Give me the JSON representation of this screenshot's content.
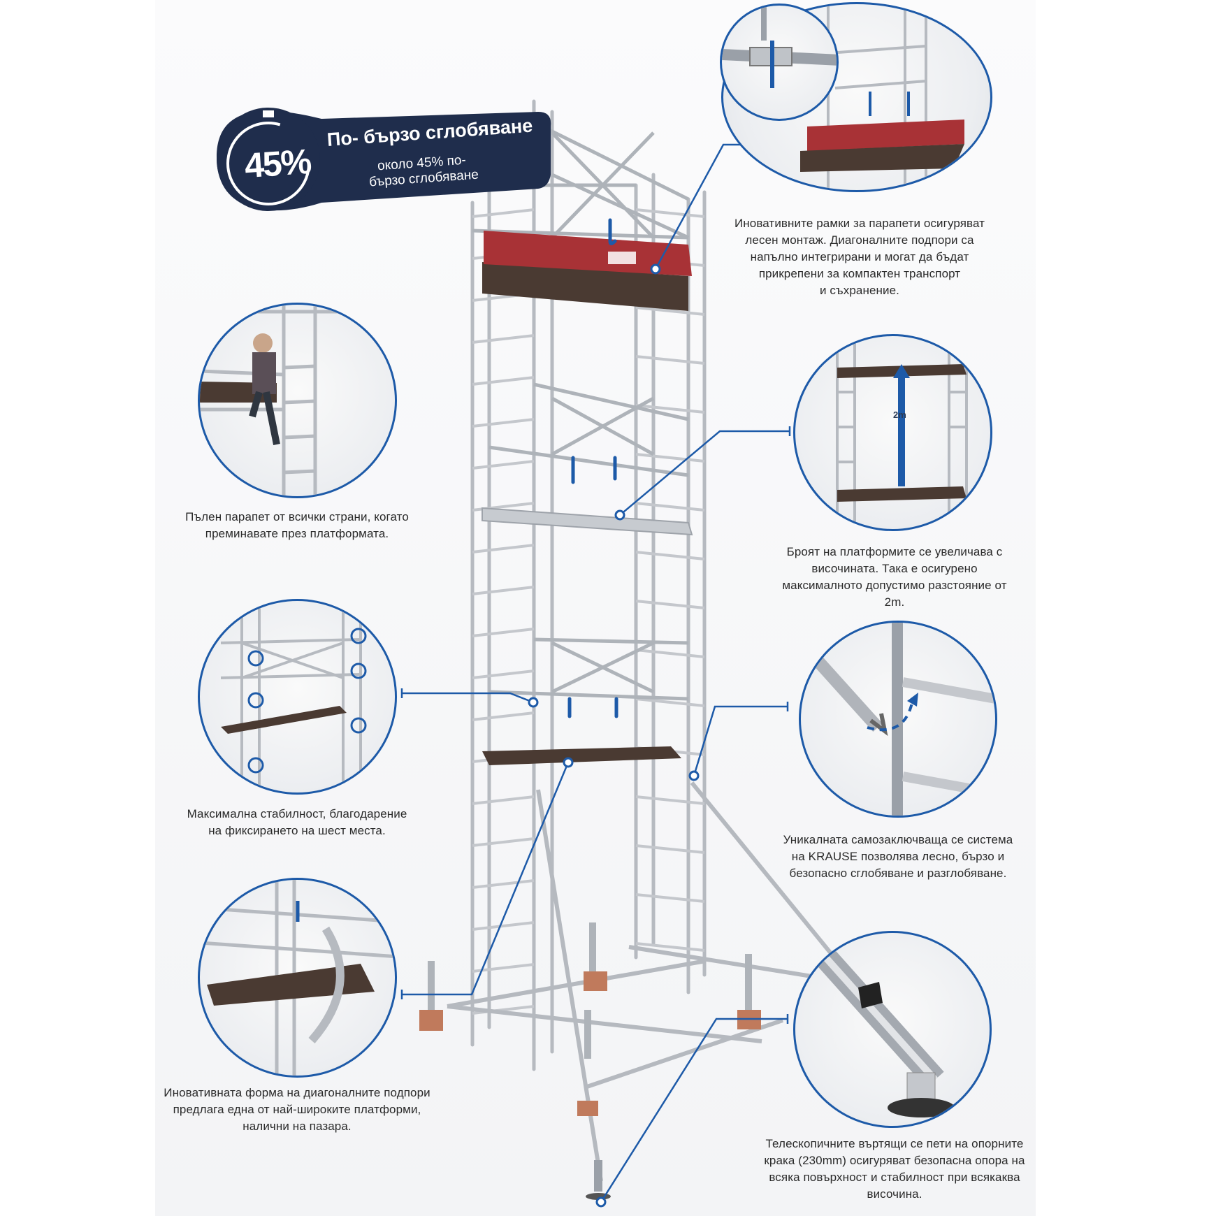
{
  "badge": {
    "percent": "45%",
    "title": "По- бързо сглобяване",
    "subtitle_line1": "около 45% по-",
    "subtitle_line2": "бързо сглобяване",
    "color": "#1f2d4c"
  },
  "captions": {
    "guardrail_frames": [
      "Иновативните рамки за парапети осигуряват",
      "лесен монтаж. Диагоналните подпори са",
      "напълно интегрирани и могат да бъдат",
      "прикрепени за компактен транспорт",
      "и съхранение."
    ],
    "full_guardrail": [
      "Пълен парапет от всички страни, когато",
      "преминавате през платформата."
    ],
    "platform_count": [
      "Броят на платформите се увеличава с",
      "височината. Така е осигурено",
      "максималното допустимо разстояние от",
      "2m."
    ],
    "stability": [
      "Максимална стабилност, благодарение",
      "на фиксирането на шест места."
    ],
    "self_locking": [
      "Уникалната самозаключваща се система",
      "на KRAUSE позволява лесно, бързо и",
      "безопасно сглобяване и разглобяване."
    ],
    "diagonal_shape": [
      "Иновативната форма на диагоналните подпори",
      "предлага една от най-широките платформи,",
      "налични на пазара."
    ],
    "telescopic_feet": [
      "Телескопичните въртящи се пети на опорните",
      "крака (230mm) осигуряват безопасна опора на",
      "всяка повърхност и стабилност при всякаква",
      "височина."
    ]
  },
  "height_label": "2m",
  "colors": {
    "callout": "#1d5aa8",
    "platform_red": "#a83236",
    "platform_deck": "#4a3a32",
    "aluminium": "#c9ccd1"
  }
}
